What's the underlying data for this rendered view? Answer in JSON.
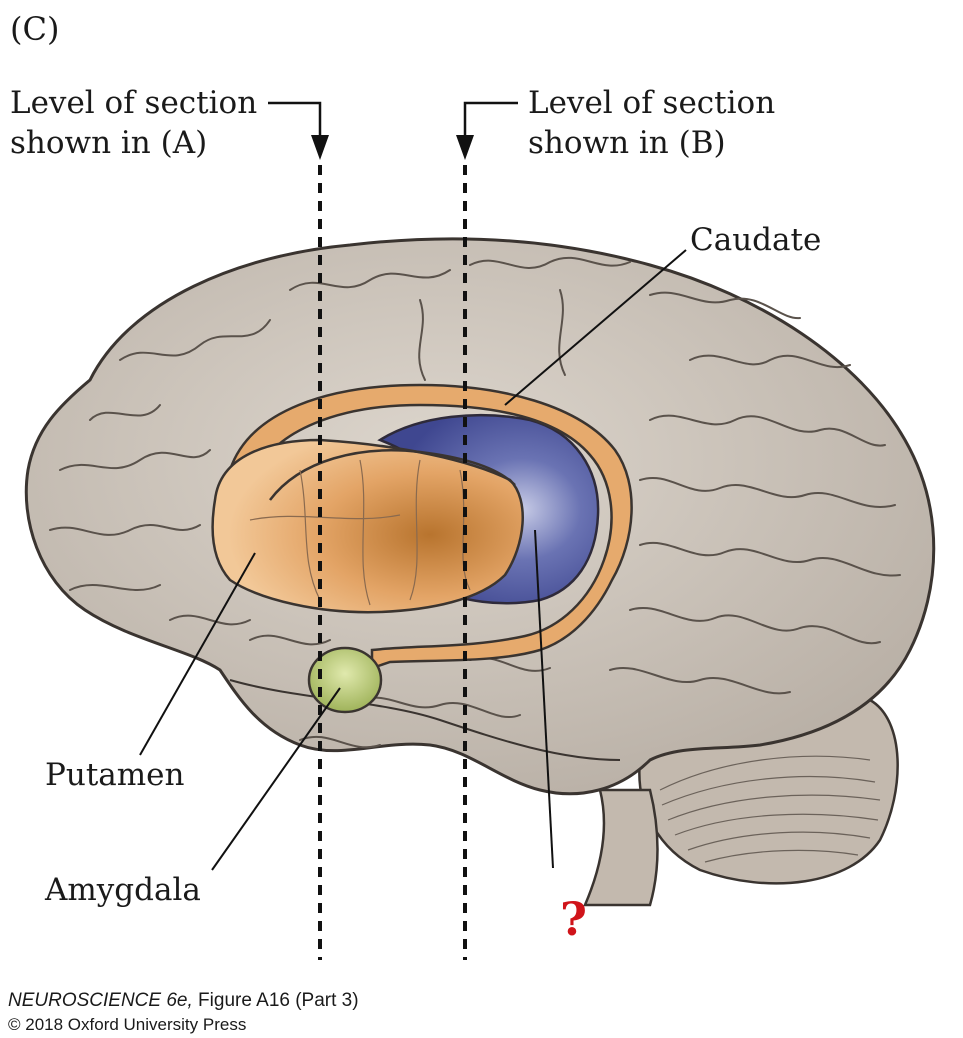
{
  "panel_label": "(C)",
  "labels": {
    "section_a": [
      "Level of section",
      "shown in (A)"
    ],
    "section_b": [
      "Level of section",
      "shown in (B)"
    ],
    "caudate": "Caudate",
    "putamen": "Putamen",
    "amygdala": "Amygdala",
    "unknown_structure": "?"
  },
  "credit": {
    "title_italic": "NEUROSCIENCE 6e,",
    "title_rest": " Figure A16 (Part 3)",
    "copyright": "© 2018 Oxford University Press"
  },
  "colors": {
    "brain": "#cdc5bc",
    "brain_outline": "#3a3430",
    "caudate_putamen": "#e3a364",
    "unknown_structure": "#4f5aa0",
    "amygdala": "#b7c96d",
    "question_mark": "#d0141a"
  }
}
